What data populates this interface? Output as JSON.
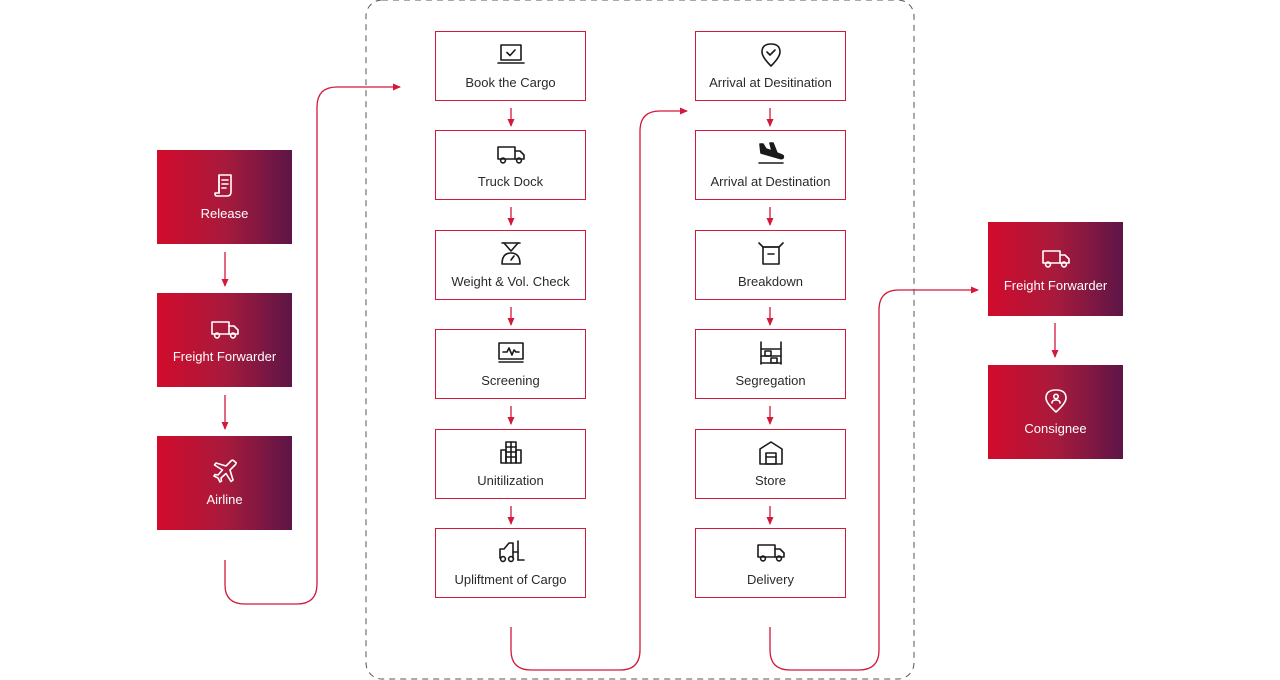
{
  "colors": {
    "accent_red": "#d3183a",
    "gradient_start": "#d20b2c",
    "gradient_end": "#5d1547",
    "dashed_border": "#555555"
  },
  "origin_steps": [
    {
      "label": "Release",
      "icon": "document-icon"
    },
    {
      "label": "Freight Forwarder",
      "icon": "truck-icon"
    },
    {
      "label": "Airline",
      "icon": "airplane-icon"
    }
  ],
  "export_steps": [
    {
      "label": "Book the Cargo",
      "icon": "laptop-check-icon"
    },
    {
      "label": "Truck Dock",
      "icon": "truck-icon"
    },
    {
      "label": "Weight & Vol. Check",
      "icon": "scale-icon"
    },
    {
      "label": "Screening",
      "icon": "monitor-pulse-icon"
    },
    {
      "label": "Unitilization",
      "icon": "building-icon"
    },
    {
      "label": "Upliftment of Cargo",
      "icon": "forklift-icon"
    }
  ],
  "import_steps": [
    {
      "label": "Arrival at Desitination",
      "icon": "location-check-icon"
    },
    {
      "label": "Arrival at Destination",
      "icon": "plane-landing-icon"
    },
    {
      "label": "Breakdown",
      "icon": "breakdown-box-icon"
    },
    {
      "label": "Segregation",
      "icon": "shelf-icon"
    },
    {
      "label": "Store",
      "icon": "warehouse-icon"
    },
    {
      "label": "Delivery",
      "icon": "truck-icon"
    }
  ],
  "destination_steps": [
    {
      "label": "Freight Forwarder",
      "icon": "truck-icon"
    },
    {
      "label": "Consignee",
      "icon": "person-pin-icon"
    }
  ]
}
